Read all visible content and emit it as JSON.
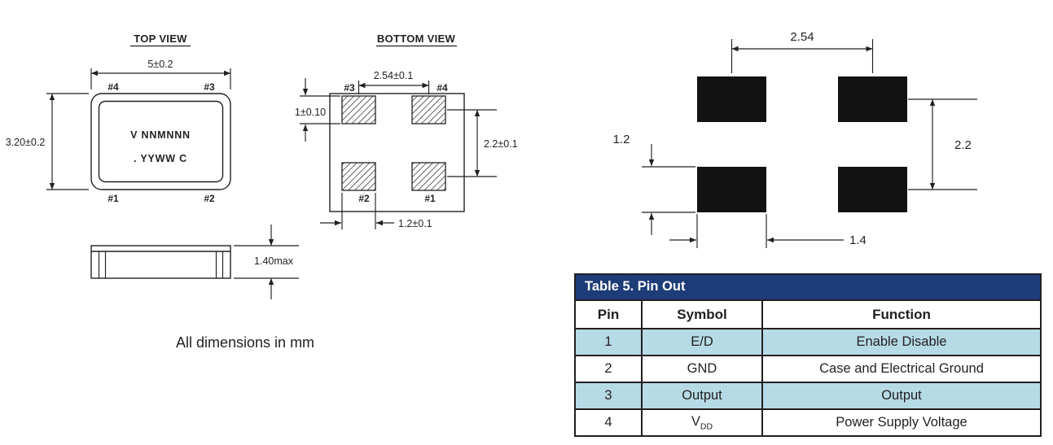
{
  "drawings": {
    "note": "All dimensions in mm",
    "top_view": {
      "title": "TOP VIEW",
      "dim_width": "5±0.2",
      "dim_height": "3.20±0.2",
      "marking_line1": "V NNMNNN",
      "marking_line2": ". YYWW C",
      "pin_top_left": "#4",
      "pin_top_right": "#3",
      "pin_bottom_left": "#1",
      "pin_bottom_right": "#2"
    },
    "bottom_view": {
      "title": "BOTTOM VIEW",
      "dim_pad_pitch": "2.54±0.1",
      "dim_pad_height": "1±0.10",
      "dim_row_pitch": "2.2±0.1",
      "dim_pad_width": "1.2±0.1",
      "pin_top_left": "#3",
      "pin_top_right": "#4",
      "pin_bottom_left": "#2",
      "pin_bottom_right": "#1"
    },
    "side_view": {
      "dim_height": "1.40max"
    },
    "land_pattern": {
      "dim_horizontal_pitch": "2.54",
      "dim_pad_height": "1.2",
      "dim_vertical_pitch": "2.2",
      "dim_pad_width": "1.4"
    }
  },
  "table": {
    "title": "Table 5. Pin Out",
    "headers": [
      "Pin",
      "Symbol",
      "Function"
    ],
    "rows": [
      {
        "pin": "1",
        "symbol": "E/D",
        "function": "Enable Disable"
      },
      {
        "pin": "2",
        "symbol": "GND",
        "function": "Case and Electrical Ground"
      },
      {
        "pin": "3",
        "symbol": "Output",
        "function": "Output"
      },
      {
        "pin": "4",
        "symbol": "V",
        "symbol_sub": "DD",
        "function": "Power Supply Voltage"
      }
    ]
  },
  "colors": {
    "table_header_bg": "#1e3c78",
    "table_header_text": "#ffffff",
    "row_alt_bg": "#b6dbe7",
    "line": "#231f20",
    "land_pad": "#121212"
  }
}
